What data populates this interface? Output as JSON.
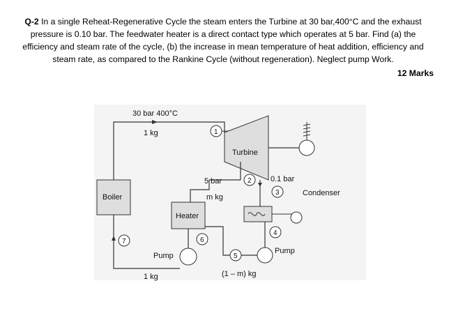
{
  "question": {
    "number": "Q-2",
    "text": "In a single Reheat-Regenerative Cycle the steam enters the Turbine at 30 bar,400°C and the exhaust pressure is 0.10 bar. The feedwater heater is a direct contact type which operates at 5 bar. Find (a) the efficiency and steam rate of the cycle, (b) the increase in mean temperature of heat addition, efficiency and steam rate, as compared to the Rankine Cycle (without regeneration). Neglect pump Work.",
    "marks": "12 Marks"
  },
  "figure": {
    "inlet_condition": "30 bar 400°C",
    "inlet_mass": "1 kg",
    "boiler": "Boiler",
    "turbine": "Turbine",
    "heater": "Heater",
    "condenser": "Condenser",
    "bleed_pressure": "5 bar",
    "bleed_mass": "m kg",
    "exhaust_pressure": "0.1 bar",
    "pump_left": "Pump",
    "pump_right": "Pump",
    "bottom_mass_left": "1 kg",
    "bottom_mass_right": "(1 – m) kg",
    "states": [
      "1",
      "2",
      "3",
      "4",
      "5",
      "6",
      "7"
    ]
  }
}
